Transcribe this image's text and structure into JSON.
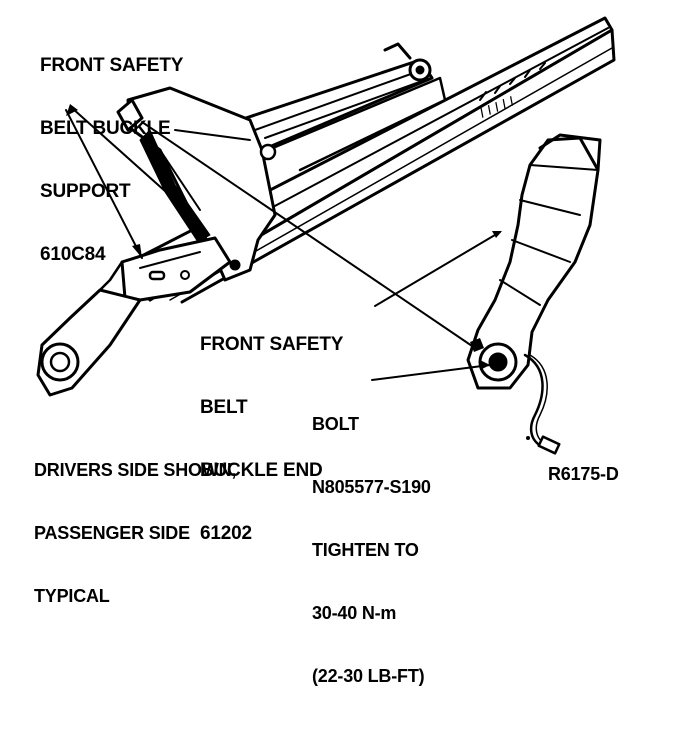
{
  "labels": {
    "buckle_support": [
      "FRONT SAFETY",
      "BELT BUCKLE",
      "SUPPORT",
      "610C84"
    ],
    "buckle_end": [
      "FRONT SAFETY",
      "BELT",
      "BUCKLE END",
      "61202"
    ],
    "bolt": [
      "BOLT",
      "N805577-S190",
      "TIGHTEN TO",
      "30-40 N-m",
      "(22-30 LB-FT)"
    ],
    "side_note": [
      "DRIVERS SIDE SHOWN,",
      "PASSENGER SIDE",
      "TYPICAL"
    ],
    "figure_code": "R6175-D"
  },
  "colors": {
    "ink": "#000000",
    "paper": "#ffffff"
  }
}
